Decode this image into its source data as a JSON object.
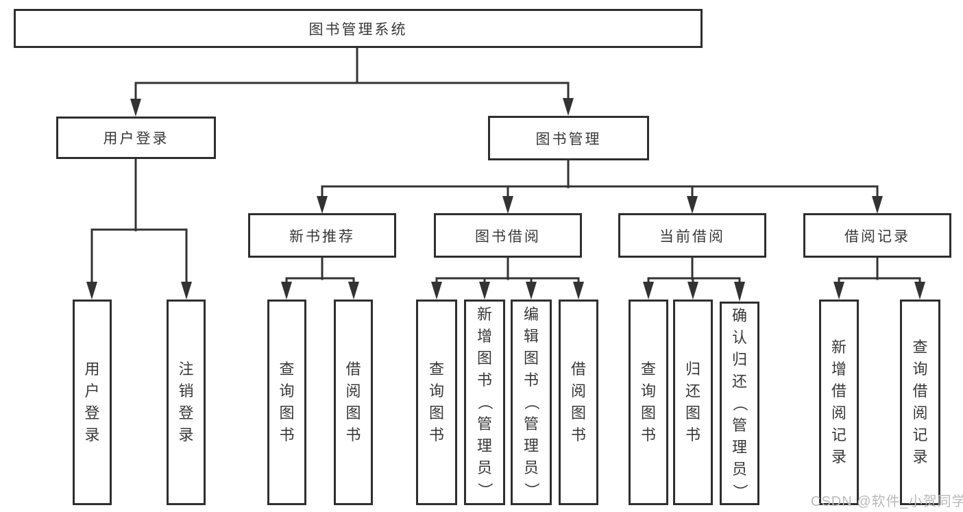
{
  "nodes": {
    "root": "图书管理系统",
    "user_login": "用户登录",
    "book_mgmt": "图书管理",
    "new_book_recommend": "新书推荐",
    "book_borrow": "图书借阅",
    "current_borrow": "当前借阅",
    "borrow_records": "借阅记录",
    "ul_user_login": "用户登录",
    "ul_logout": "注销登录",
    "nb_query_books": "查询图书",
    "nb_borrow_books": "借阅图书",
    "bb_query_books": "查询图书",
    "bb_add_books": "新增图书（管理员）",
    "bb_edit_books": "编辑图书（管理员）",
    "bb_borrow_books": "借阅图书",
    "cb_query_books": "查询图书",
    "cb_return_books": "归还图书",
    "cb_confirm_return": "确认归还（管理员）",
    "br_add_record": "新增借阅记录",
    "br_query_record": "查询借阅记录"
  },
  "watermark": {
    "text": "CSDN @软件_小贺同学"
  },
  "colors": {
    "line": "#333333",
    "border": "#2e2e2e",
    "text": "#383838",
    "box-fill": "#ffffff",
    "watermark": "#b9b9b9",
    "background": "#ffffff"
  }
}
